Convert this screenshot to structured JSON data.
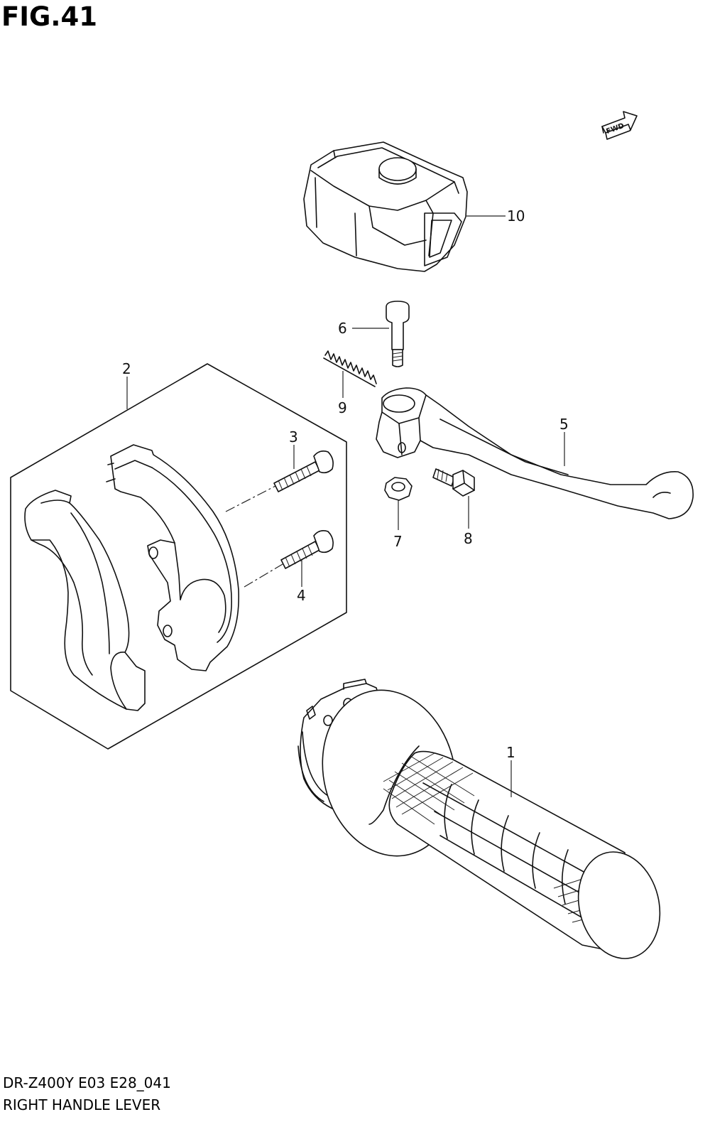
{
  "figure": {
    "title": "FIG.41",
    "model_code": "DR-Z400Y E03 E28_041",
    "caption": "RIGHT HANDLE LEVER"
  },
  "direction_badge": "FWD",
  "callouts": {
    "c1": "1",
    "c2": "2",
    "c3": "3",
    "c4": "4",
    "c5": "5",
    "c6": "6",
    "c7": "7",
    "c8": "8",
    "c9": "9",
    "c10": "10"
  },
  "parts": [
    {
      "ref": "1",
      "name": "grip"
    },
    {
      "ref": "2",
      "name": "lever-holder-set"
    },
    {
      "ref": "3",
      "name": "bolt"
    },
    {
      "ref": "4",
      "name": "bolt"
    },
    {
      "ref": "5",
      "name": "lever"
    },
    {
      "ref": "6",
      "name": "pivot-bolt"
    },
    {
      "ref": "7",
      "name": "nut"
    },
    {
      "ref": "8",
      "name": "adjust-bolt"
    },
    {
      "ref": "9",
      "name": "spring"
    },
    {
      "ref": "10",
      "name": "lever-cover"
    }
  ]
}
